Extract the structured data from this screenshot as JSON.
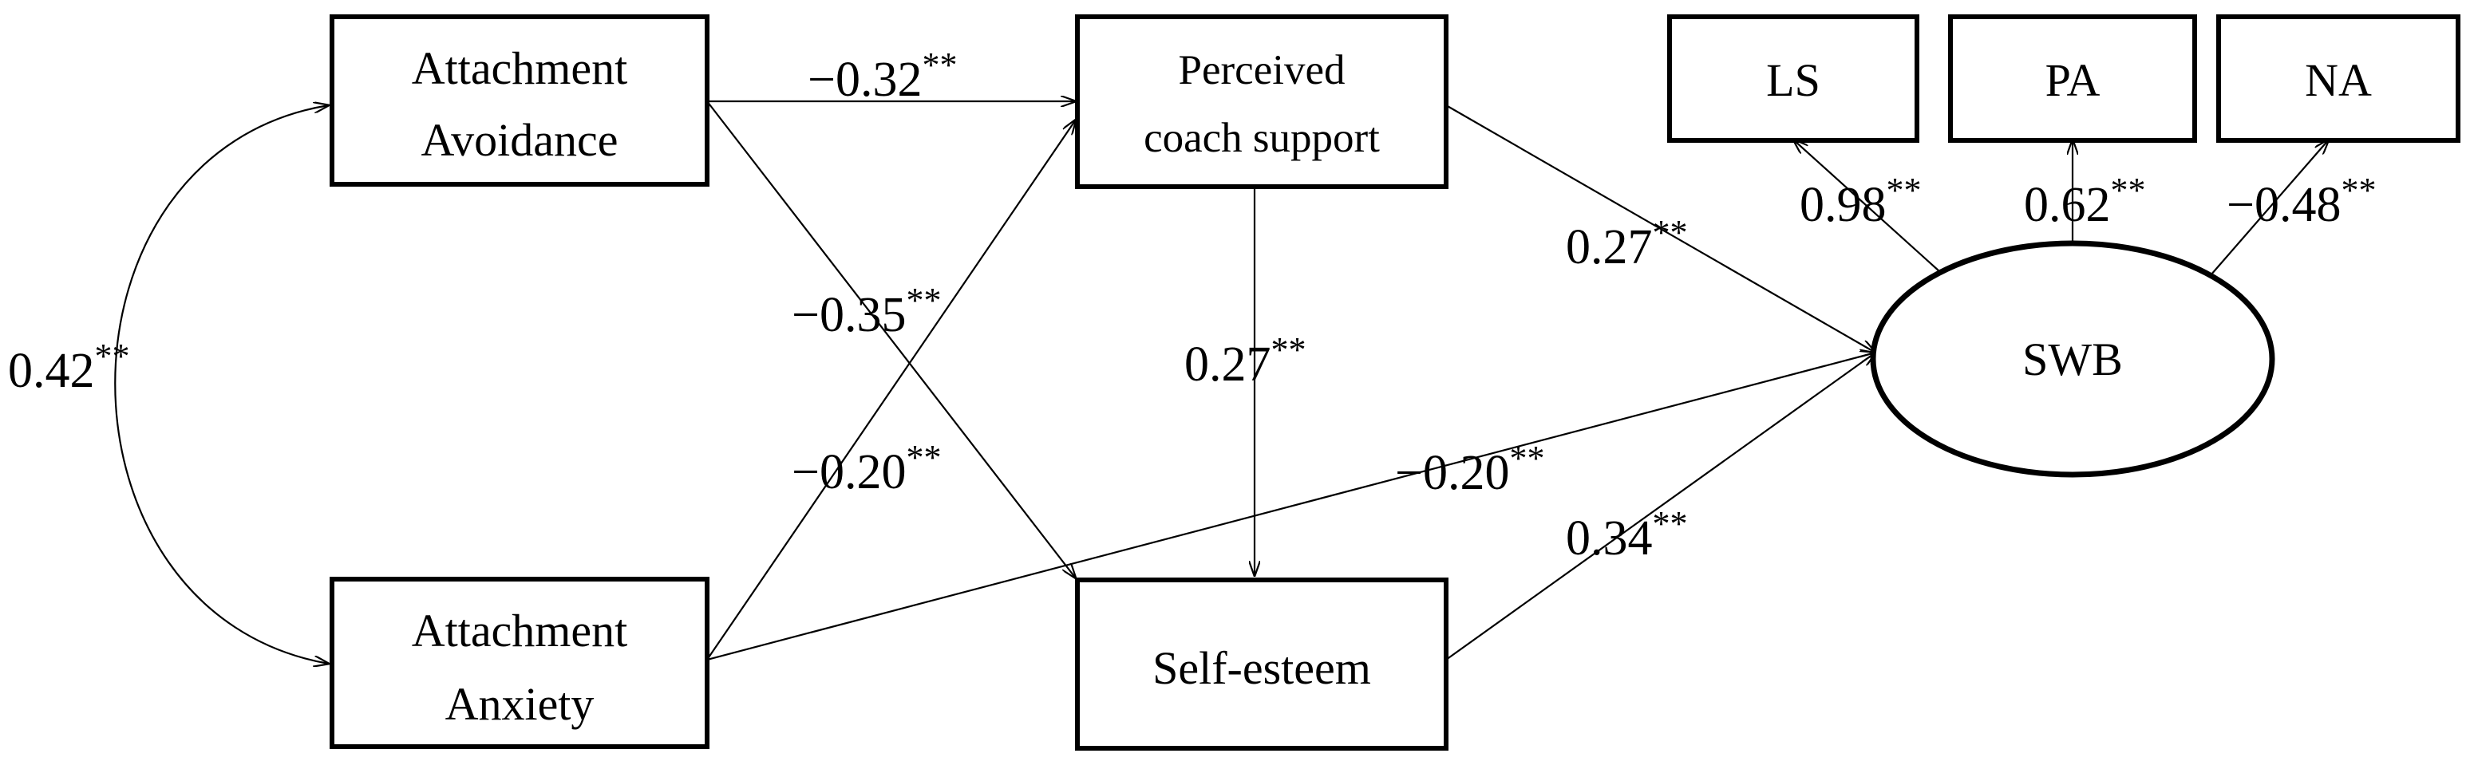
{
  "nodes": {
    "attachment_avoidance": {
      "line1": "Attachment",
      "line2": "Avoidance"
    },
    "attachment_anxiety": {
      "line1": "Attachment",
      "line2": "Anxiety"
    },
    "perceived_coach_support": {
      "line1": "Perceived",
      "line2": "coach support"
    },
    "self_esteem": {
      "label": "Self-esteem"
    },
    "swb": {
      "label": "SWB"
    },
    "ls": {
      "label": "LS"
    },
    "pa": {
      "label": "PA"
    },
    "na": {
      "label": "NA"
    }
  },
  "paths": {
    "avoidance_anxiety": {
      "value": "0.42",
      "sig": "**"
    },
    "avoidance_coach": {
      "value": "−0.32",
      "sig": "**"
    },
    "avoidance_selfesteem": {
      "value": "−0.35",
      "sig": "**"
    },
    "anxiety_coach": {
      "value": "−0.20",
      "sig": "**"
    },
    "anxiety_swb": {
      "value": "−0.20",
      "sig": "**"
    },
    "coach_selfesteem": {
      "value": "0.27",
      "sig": "**"
    },
    "coach_swb": {
      "value": "0.27",
      "sig": "**"
    },
    "selfesteem_swb": {
      "value": "0.34",
      "sig": "**"
    },
    "swb_ls": {
      "value": "0.98",
      "sig": "**"
    },
    "swb_pa": {
      "value": "0.62",
      "sig": "**"
    },
    "swb_na": {
      "value": "−0.48",
      "sig": "**"
    }
  }
}
